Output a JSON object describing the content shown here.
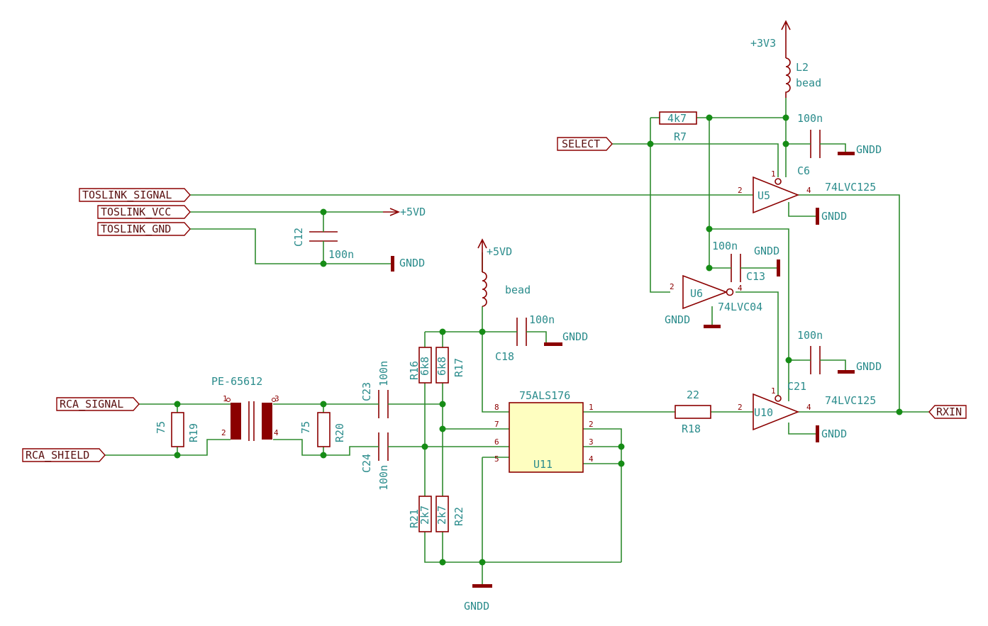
{
  "labels": {
    "toslink_signal": "TOSLINK_SIGNAL",
    "toslink_vcc": "TOSLINK_VCC",
    "toslink_gnd": "TOSLINK_GND",
    "rca_signal": "RCA_SIGNAL",
    "rca_shield": "RCA_SHIELD",
    "select": "SELECT",
    "rxin": "RXIN"
  },
  "power": {
    "v33": "+3V3",
    "v5_a": "+5VD",
    "v5_b": "+5VD",
    "gnd": "GNDD"
  },
  "components": {
    "c12": {
      "ref": "C12",
      "value": "100n"
    },
    "c6": {
      "ref": "C6",
      "value": "100n"
    },
    "c13": {
      "ref": "C13",
      "value": "100n"
    },
    "c18": {
      "ref": "C18",
      "value": "100n"
    },
    "c21": {
      "ref": "C21",
      "value": "100n"
    },
    "c23": {
      "ref": "C23",
      "value": "100n"
    },
    "c24": {
      "ref": "C24",
      "value": "100n"
    },
    "l2": {
      "ref": "L2",
      "value": "bead"
    },
    "bead2": {
      "value": "bead"
    },
    "r7": {
      "ref": "R7",
      "value": "4k7"
    },
    "r16": {
      "ref": "R16",
      "value": "6k8"
    },
    "r17": {
      "ref": "R17",
      "value": "6k8"
    },
    "r18": {
      "ref": "R18",
      "value": "22"
    },
    "r19": {
      "ref": "R19",
      "value": "75"
    },
    "r20": {
      "ref": "R20",
      "value": "75"
    },
    "r21": {
      "ref": "R21",
      "value": "2k7"
    },
    "r22": {
      "ref": "R22",
      "value": "2k7"
    },
    "u5": {
      "ref": "U5",
      "value": "74LVC125"
    },
    "u6": {
      "ref": "U6",
      "value": "74LVC04"
    },
    "u10": {
      "ref": "U10",
      "value": "74LVC125"
    },
    "u11": {
      "ref": "U11",
      "value": "75ALS176"
    },
    "t1": {
      "value": "PE-65612"
    }
  },
  "pins": {
    "p1": "1",
    "p2": "2",
    "p3": "3",
    "p4": "4",
    "p5": "5",
    "p6": "6",
    "p7": "7",
    "p8": "8"
  }
}
